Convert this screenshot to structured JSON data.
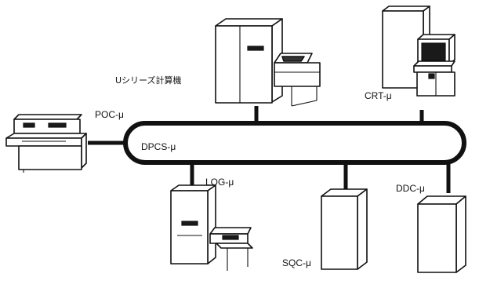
{
  "network": {
    "bus_label": "DPCS-μ"
  },
  "devices": {
    "u_series": "Uシリーズ計算機",
    "crt": "CRT-μ",
    "poc": "POC-μ",
    "log": "LOG-μ",
    "sqc": "SQC-μ",
    "ddc": "DDC-μ"
  }
}
